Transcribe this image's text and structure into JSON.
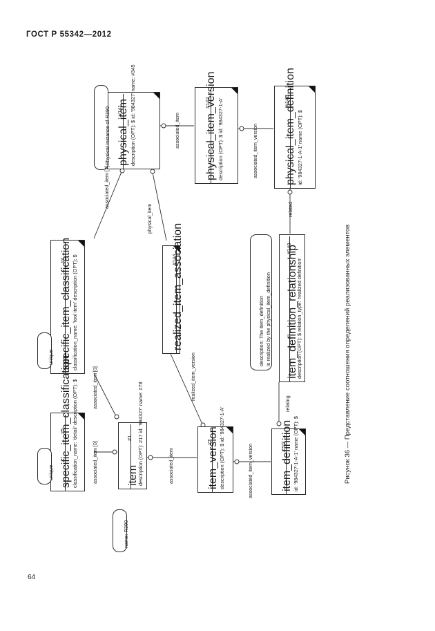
{
  "document": {
    "standard_header": "ГОСТ Р 55342—2012",
    "page_number": "64",
    "figure_caption": "Рисунок 36 — Представление соотношения определений реализованных элементов"
  },
  "diagram": {
    "entities": [
      {
        "id": "ent-141",
        "tag": "#141",
        "title": "physical_item",
        "attributes": [
          "description (OPT): $",
          "id: '984327'",
          "name: #345"
        ]
      },
      {
        "id": "ent-142",
        "tag": "#142",
        "title": "physical_item_version",
        "attributes": [
          "description (OPT): $",
          "id: '984327-1-A'"
        ]
      },
      {
        "id": "ent-143",
        "tag": "#143",
        "title": "physical_item_definition",
        "attributes": [
          "id: '984327-1-A-1'",
          "name (OPT): $"
        ]
      },
      {
        "id": "ent-144",
        "tag": "#144",
        "title": "realized_item_association",
        "attributes": []
      },
      {
        "id": "ent-140",
        "tag": "#140",
        "title": "item_definition_relationship",
        "attributes": [
          "description (OPT): $",
          "relation_type: 'realized definition'"
        ]
      },
      {
        "id": "ent-4",
        "tag": "#4",
        "title": "specific_item_classification",
        "attributes": [
          "classification_name: 'tool item'",
          "description (OPT): $"
        ]
      },
      {
        "id": "ent-5",
        "tag": "#5",
        "title": "specific_item_classification",
        "attributes": [
          "classification_name: 'detail'",
          "description (OPT): $"
        ]
      },
      {
        "id": "ent-1",
        "tag": "#1",
        "title": "item",
        "attributes": [
          "description (OPT): #17",
          "id: '984327'",
          "name: #78"
        ]
      },
      {
        "id": "ent-2",
        "tag": "#2",
        "title": "item_version",
        "attributes": [
          "description (OPT): $",
          "id: '984327-1-A'"
        ]
      },
      {
        "id": "ent-3",
        "tag": "#3",
        "title": "item_definition",
        "attributes": [
          "id: '984327-1-A-1'",
          "name (OPT): $"
        ]
      }
    ],
    "notes": [
      {
        "id": "note-r390-physical",
        "lines": [
          "Physical instance of R390"
        ]
      },
      {
        "id": "note-unique-top",
        "lines": [
          "unique"
        ]
      },
      {
        "id": "note-unique-bottom",
        "lines": [
          "unique"
        ]
      },
      {
        "id": "note-name-r390",
        "lines": [
          "name: R390"
        ]
      },
      {
        "id": "note-item-definition",
        "lines": [
          "description: The item_definition",
          "is realized by the physical_item_definition"
        ]
      }
    ],
    "edge_labels": [
      {
        "id": "edge-associated-item-141-142",
        "text": "associated_item"
      },
      {
        "id": "edge-associated-item-version-142-143",
        "text": "associated_item_version"
      },
      {
        "id": "edge-associated-item-7",
        "text": "associated_item [7]"
      },
      {
        "id": "edge-physical-item",
        "text": "physical_item"
      },
      {
        "id": "edge-related",
        "text": "related"
      },
      {
        "id": "edge-realized-item-version",
        "text": "realized_item_version"
      },
      {
        "id": "edge-associated-item-0-top",
        "text": "associated_item [0]"
      },
      {
        "id": "edge-associated-item-0-bottom",
        "text": "associated_item [0]"
      },
      {
        "id": "edge-associated-item",
        "text": "associated_item"
      },
      {
        "id": "edge-associated-item-version",
        "text": "associated_item_version"
      },
      {
        "id": "edge-relating",
        "text": "relating"
      }
    ]
  },
  "colors": {
    "line": "#2b2b2b",
    "paper": "#ffffff",
    "text": "#1a1a1a"
  }
}
